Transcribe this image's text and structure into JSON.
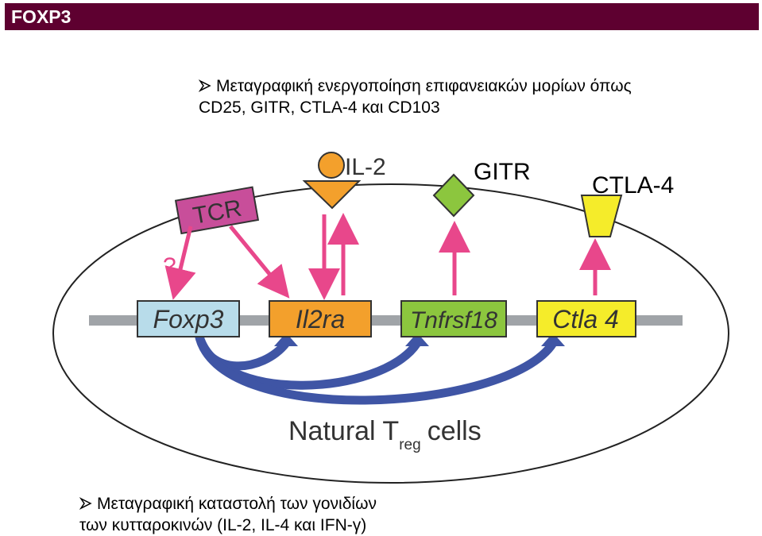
{
  "header": {
    "title": "FOXP3"
  },
  "bullets": {
    "top_line1": "Μεταγραφική ενεργοποίηση επιφανειακών μορίων όπως",
    "top_line2": "CD25, GITR, CTLA-4 και CD103",
    "bottom_line1": "Μεταγραφική καταστολή των γονιδίων",
    "bottom_line2": "των κυτταροκινών (IL-2, IL-4 και IFN-γ)",
    "icon": "arrowhead-bullet-icon"
  },
  "diagram": {
    "receptors": {
      "tcr": "TCR",
      "il2": "IL-2",
      "gitr": "GITR",
      "ctla4": "CTLA-4"
    },
    "question_mark": "?",
    "genes": {
      "foxp3": "Foxp3",
      "il2ra": "Il2ra",
      "tnfrsf18": "Tnfrsf18",
      "ctla4": "Ctla 4"
    },
    "cell_label": {
      "main": "Natural T",
      "subscript": "reg",
      "suffix": "cells"
    },
    "colors": {
      "header": "#5e0030",
      "tcr": "#c84e9a",
      "il2": "#f3a02c",
      "gitr": "#8cc63e",
      "ctla4": "#f5ec2a",
      "foxp3_box": "#b8dcea",
      "arrow_pink": "#e8478b",
      "arrow_blue": "#3f55a5",
      "dna": "#a0a4a8"
    }
  }
}
